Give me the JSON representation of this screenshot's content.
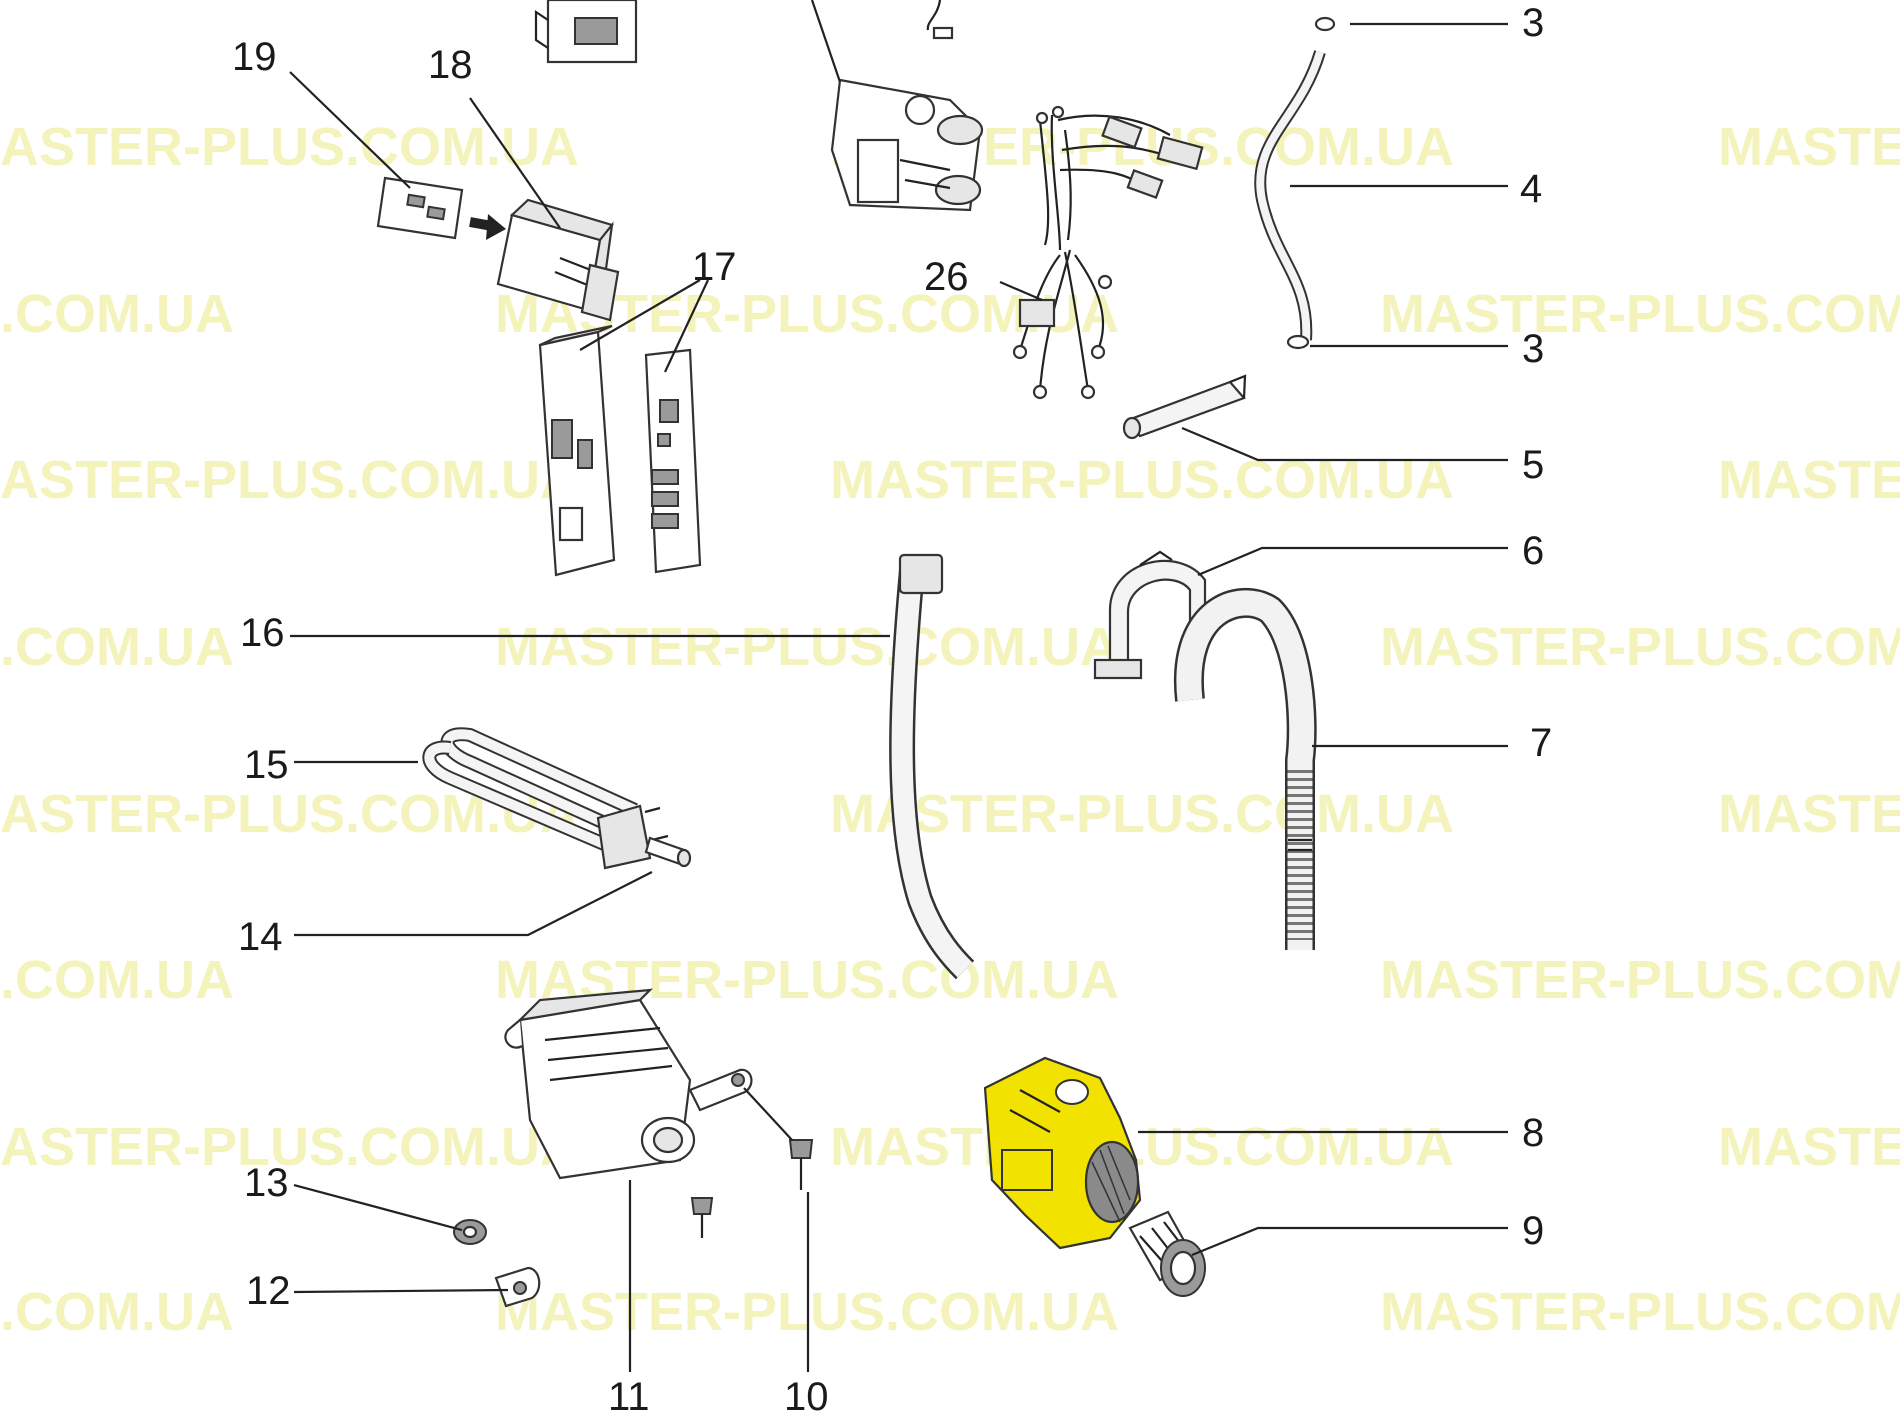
{
  "watermark": {
    "text": "MASTER-PLUS.COM.UA",
    "partial_text": ".COM.UA",
    "partial_left": "ASTER-PLUS.COM.UA",
    "partial_right": "MASTE"
  },
  "highlight_color": "#f2e200",
  "callouts": [
    {
      "id": "19",
      "label": "19"
    },
    {
      "id": "18",
      "label": "18"
    },
    {
      "id": "17",
      "label": "17"
    },
    {
      "id": "26",
      "label": "26"
    },
    {
      "id": "3a",
      "label": "3"
    },
    {
      "id": "4",
      "label": "4"
    },
    {
      "id": "3b",
      "label": "3"
    },
    {
      "id": "5",
      "label": "5"
    },
    {
      "id": "6",
      "label": "6"
    },
    {
      "id": "16",
      "label": "16"
    },
    {
      "id": "7",
      "label": "7"
    },
    {
      "id": "15",
      "label": "15"
    },
    {
      "id": "14",
      "label": "14"
    },
    {
      "id": "8",
      "label": "8"
    },
    {
      "id": "13",
      "label": "13"
    },
    {
      "id": "9",
      "label": "9"
    },
    {
      "id": "12",
      "label": "12"
    },
    {
      "id": "11",
      "label": "11"
    },
    {
      "id": "10",
      "label": "10"
    }
  ]
}
